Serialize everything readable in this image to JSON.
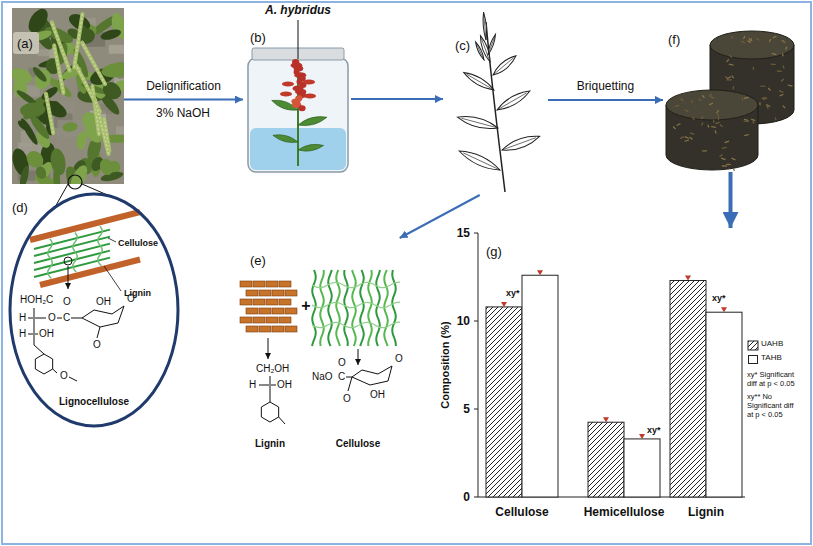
{
  "diagram": {
    "nodes": [
      {
        "text": [
          "(a)"
        ]
      },
      {
        "text": [
          "(b)"
        ]
      },
      {
        "text": [
          "(c)"
        ]
      },
      {
        "text": [
          "(f)"
        ]
      },
      {
        "text": [
          "(d)",
          "Cellulose",
          "Lignin",
          "Lignocellulose"
        ]
      },
      {
        "text": [
          "(e)",
          "Lignin",
          "Cellulose"
        ]
      },
      {
        "text": [
          "(g)"
        ]
      }
    ],
    "edges": [
      {
        "from": 0,
        "to": 1,
        "arrow": "to",
        "label": "Delignification"
      },
      {
        "from": 1,
        "to": 2,
        "arrow": "to"
      },
      {
        "from": 2,
        "to": 3,
        "arrow": "to",
        "label": "Briquetting"
      },
      {
        "from": 2,
        "to": 5,
        "arrow": "to"
      },
      {
        "from": 3,
        "to": 6,
        "arrow": "to"
      },
      {
        "from": 0,
        "to": 4,
        "arrow": "none"
      }
    ],
    "labels": [
      "3% NaOH",
      "A. hybridus",
      "HOH₂C",
      "H",
      "O",
      "C",
      "O",
      "OH",
      "O",
      "O",
      "H",
      "OH",
      "O",
      "+",
      "CH₂OH",
      "H",
      "OH",
      "O",
      "NaO",
      "C",
      "O",
      "OH",
      "O",
      "15",
      "10",
      "5",
      "0",
      "Composition (%)",
      "Cellulose",
      "Hemicellulose",
      "Lignin",
      "xy*",
      "xy*",
      "xy*",
      "xy* Significant diff at p < 0.05",
      "xy** No Significant diff at p < 0.05"
    ],
    "legend": [
      {
        "text": "UAHB"
      },
      {
        "text": "TAHB",
        "color": "#ffffff"
      }
    ]
  }
}
